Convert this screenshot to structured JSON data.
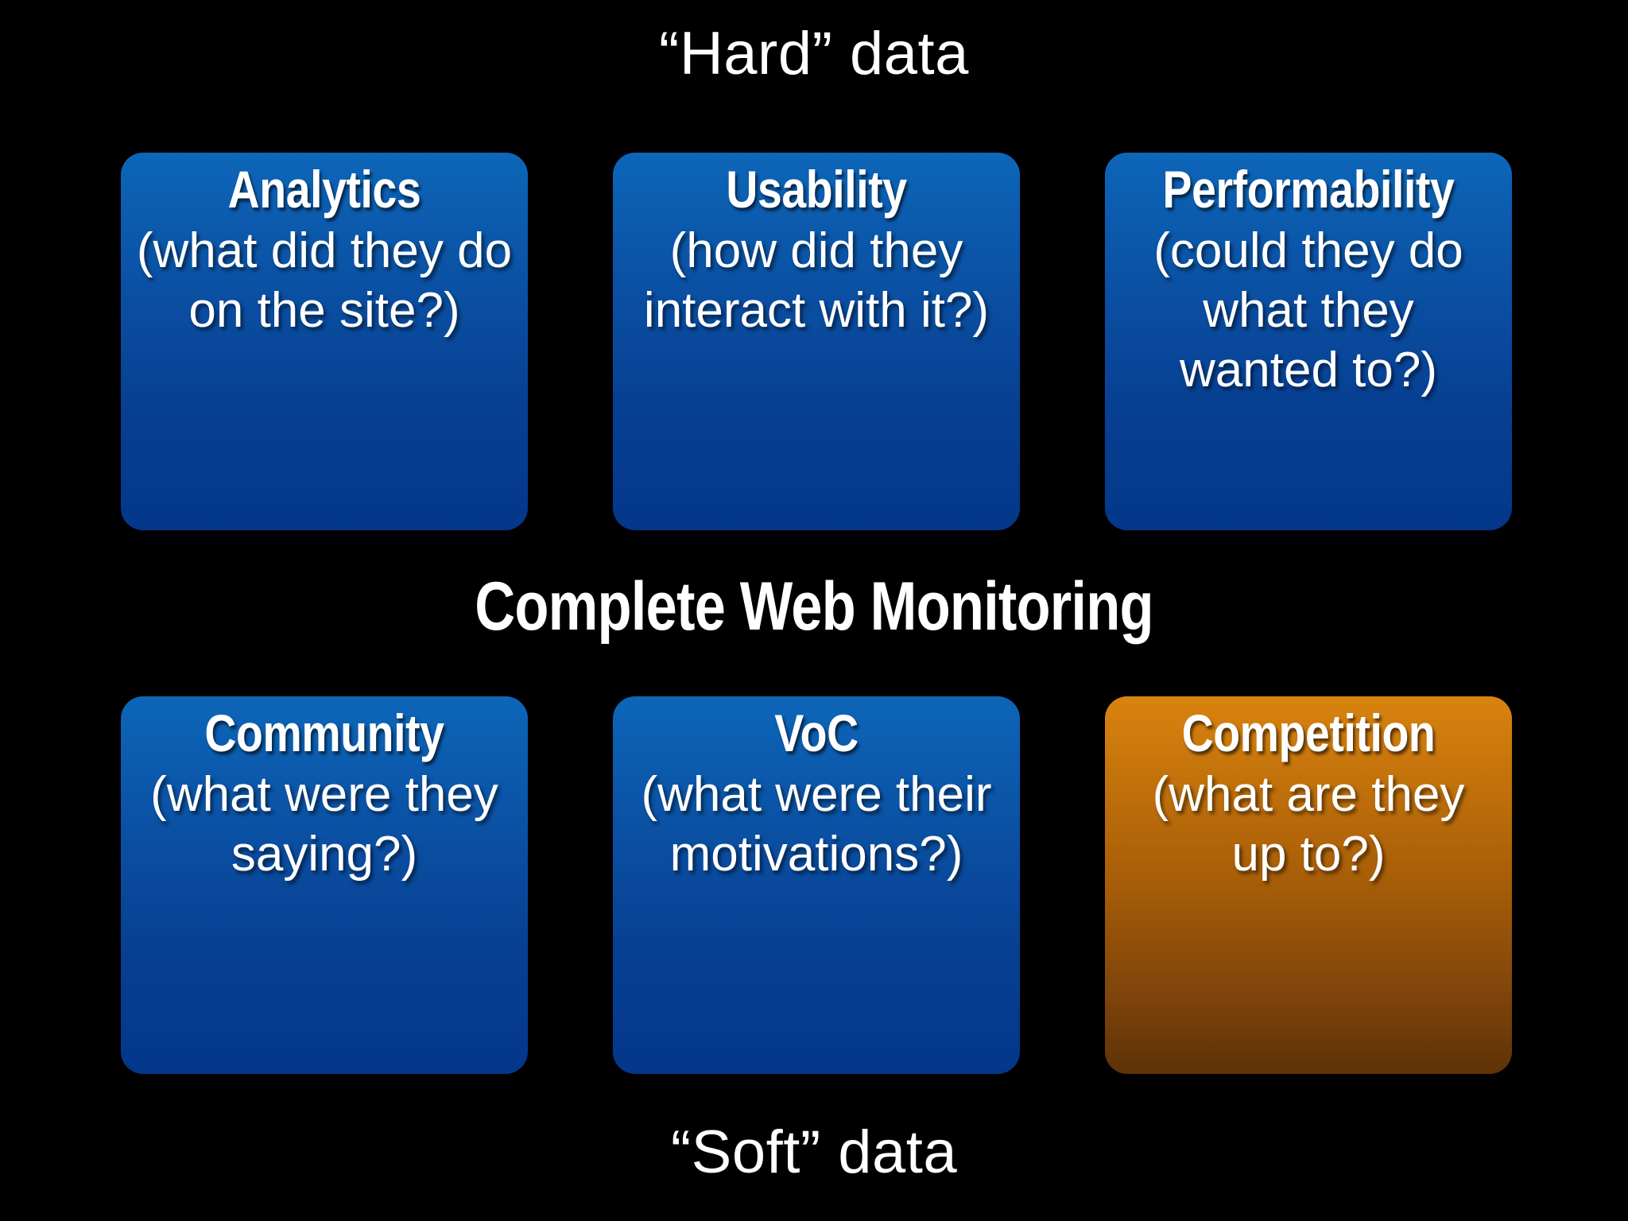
{
  "slide": {
    "background_color": "#000000",
    "top_band_label": "“Hard” data",
    "bottom_band_label": "“Soft” data",
    "headline": "Complete Web Monitoring",
    "accent_blue": "#0a4ea1",
    "accent_blue_top": "#0d66b8",
    "accent_blue_bottom": "#04378a",
    "accent_orange_top": "#d9830f",
    "accent_orange_bottom": "#5e3208",
    "text_color": "#ffffff"
  },
  "cards": [
    {
      "title": "Analytics",
      "subtitle": "(what did they do on the site?)",
      "color": "blue",
      "row": 1,
      "column": 1
    },
    {
      "title": "Usability",
      "subtitle": "(how did they interact with it?)",
      "color": "blue",
      "row": 1,
      "column": 2
    },
    {
      "title": "Performability",
      "subtitle": "(could they do what they wanted to?)",
      "color": "blue",
      "row": 1,
      "column": 3
    },
    {
      "title": "Community",
      "subtitle": "(what were they saying?)",
      "color": "blue",
      "row": 2,
      "column": 1
    },
    {
      "title": "VoC",
      "subtitle": "(what were their motivations?)",
      "color": "blue",
      "row": 2,
      "column": 2
    },
    {
      "title": "Competition",
      "subtitle": "(what are they up to?)",
      "color": "orange",
      "row": 2,
      "column": 3
    }
  ]
}
